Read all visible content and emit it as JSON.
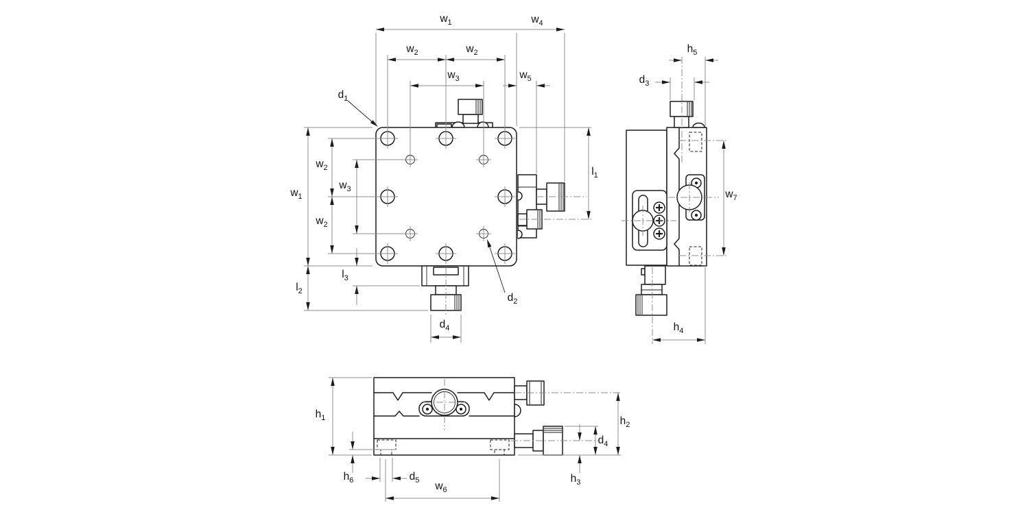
{
  "colors": {
    "line": "#1c1c1c",
    "dim_line": "#8c8c8c",
    "background": "#ffffff"
  },
  "dims": {
    "w1": {
      "base": "w",
      "sub": "1"
    },
    "w2": {
      "base": "w",
      "sub": "2"
    },
    "w3": {
      "base": "w",
      "sub": "3"
    },
    "w4": {
      "base": "w",
      "sub": "4"
    },
    "w5": {
      "base": "w",
      "sub": "5"
    },
    "w6": {
      "base": "w",
      "sub": "6"
    },
    "w7": {
      "base": "w",
      "sub": "7"
    },
    "h1": {
      "base": "h",
      "sub": "1"
    },
    "h2": {
      "base": "h",
      "sub": "2"
    },
    "h3": {
      "base": "h",
      "sub": "3"
    },
    "h4": {
      "base": "h",
      "sub": "4"
    },
    "h5": {
      "base": "h",
      "sub": "5"
    },
    "h6": {
      "base": "h",
      "sub": "6"
    },
    "d1": {
      "base": "d",
      "sub": "1"
    },
    "d2": {
      "base": "d",
      "sub": "2"
    },
    "d3": {
      "base": "d",
      "sub": "3"
    },
    "d4": {
      "base": "d",
      "sub": "4"
    },
    "d5": {
      "base": "d",
      "sub": "5"
    },
    "l1": {
      "base": "l",
      "sub": "1"
    },
    "l2": {
      "base": "l",
      "sub": "2"
    },
    "l3": {
      "base": "l",
      "sub": "3"
    }
  }
}
